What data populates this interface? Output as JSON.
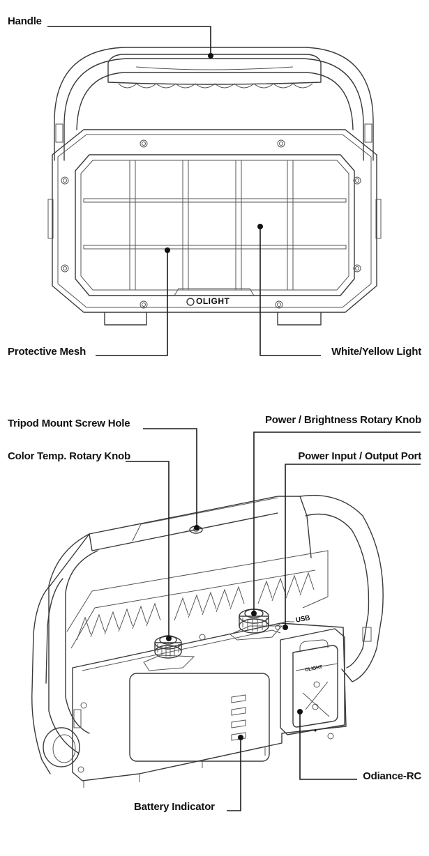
{
  "brand": "OLIGHT",
  "port_label": "USB",
  "remote_brand": "OLIGHT",
  "labels": {
    "handle": "Handle",
    "protective_mesh": "Protective Mesh",
    "white_yellow_light": "White/Yellow Light",
    "tripod_mount": "Tripod Mount Screw Hole",
    "power_brightness_knob": "Power / Brightness Rotary Knob",
    "color_temp_knob": "Color Temp. Rotary Knob",
    "power_port": "Power Input / Output Port",
    "odiance_rc": "Odiance-RC",
    "battery_indicator": "Battery Indicator"
  }
}
